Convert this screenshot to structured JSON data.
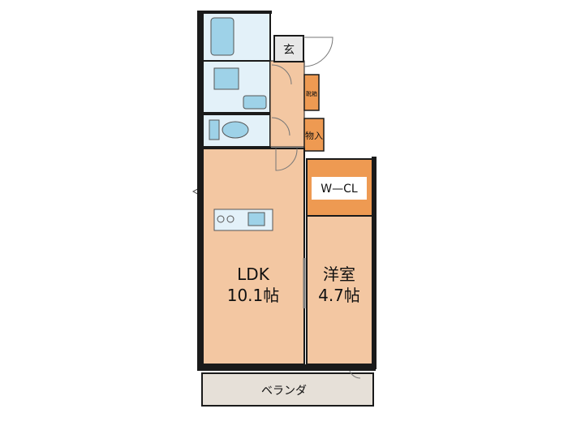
{
  "rooms": {
    "genkan": "玄",
    "shoebox": "靴箱",
    "storage": "物入",
    "walkin_closet": "W—CL",
    "ldk_name": "LDK",
    "ldk_size": "10.1帖",
    "western_name": "洋室",
    "western_size": "4.7帖",
    "veranda": "ベランダ"
  },
  "colors": {
    "room_fill": "#f3c7a2",
    "closet_fill": "#ee9a52",
    "wet_fill": "#e3f1f9",
    "fixture_fill": "#9ed2e8",
    "wall": "#1a1a1a",
    "entrance_fill": "#e8e8e8",
    "veranda_fill": "#e6e0d8"
  }
}
